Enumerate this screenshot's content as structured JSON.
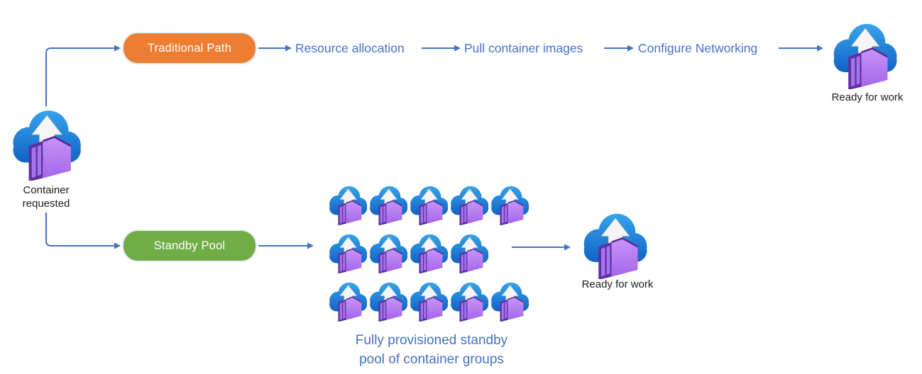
{
  "colors": {
    "connector": "#4472C4",
    "traditional_badge": "#ED7D31",
    "standby_badge": "#70AD47",
    "cloud_top": "#36A4EC",
    "cloud_bottom": "#1160C4",
    "container_light_top": "#C794F7",
    "container_light_bottom": "#A263E9",
    "container_dark": "#5E2F9E"
  },
  "start": {
    "label_lines": [
      "Container",
      "requested"
    ]
  },
  "traditional": {
    "badge": "Traditional Path",
    "steps": [
      "Resource allocation",
      "Pull container images",
      "Configure Networking"
    ],
    "end_label": "Ready for work"
  },
  "standby": {
    "badge": "Standby Pool",
    "pool_rows": [
      5,
      4,
      5
    ],
    "caption_lines": [
      "Fully provisioned standby",
      "pool of container groups"
    ],
    "end_label": "Ready for work"
  }
}
